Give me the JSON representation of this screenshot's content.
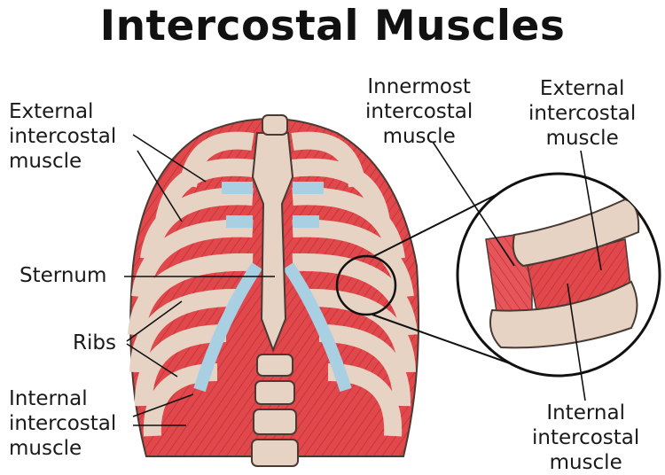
{
  "title": "Intercostal Muscles",
  "labels": {
    "external_left": "External\nintercostal\nmuscle",
    "sternum": "Sternum",
    "ribs": "Ribs",
    "internal_left": "Internal\nintercostal\nmuscle",
    "innermost": "Innermost\nintercostal\nmuscle",
    "external_right": "External\nintercostal\nmuscle",
    "internal_right": "Internal\nintercostal\nmuscle"
  },
  "colors": {
    "muscle": "#e0484c",
    "bone": "#e6d3c3",
    "cartilage": "#a9cfe3",
    "outline": "#4a3a34"
  }
}
